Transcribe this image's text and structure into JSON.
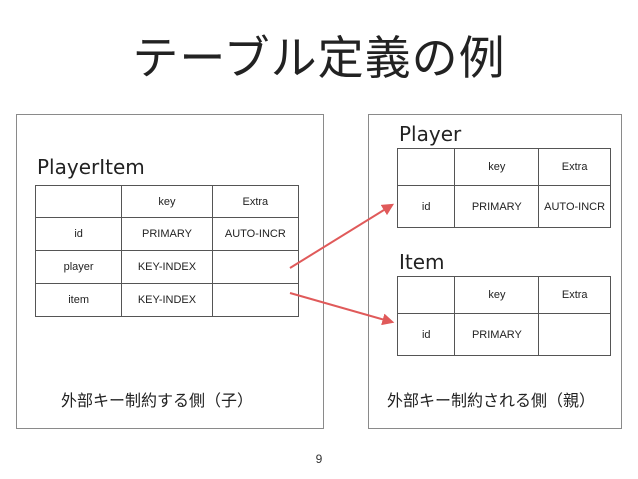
{
  "title": "テーブル定義の例",
  "page_number": "9",
  "left_panel": {
    "table_name": "PlayerItem",
    "caption": "外部キー制約する側（子）",
    "headers": [
      "",
      "key",
      "Extra"
    ],
    "rows": [
      [
        "id",
        "PRIMARY",
        "AUTO-INCR"
      ],
      [
        "player",
        "KEY-INDEX",
        ""
      ],
      [
        "item",
        "KEY-INDEX",
        ""
      ]
    ]
  },
  "right_panel": {
    "caption": "外部キー制約される側（親）",
    "tables": [
      {
        "table_name": "Player",
        "headers": [
          "",
          "key",
          "Extra"
        ],
        "rows": [
          [
            "id",
            "PRIMARY",
            "AUTO-INCR"
          ]
        ]
      },
      {
        "table_name": "Item",
        "headers": [
          "",
          "key",
          "Extra"
        ],
        "rows": [
          [
            "id",
            "PRIMARY",
            ""
          ]
        ]
      }
    ]
  },
  "colors": {
    "arrow": "#e05a5a",
    "border": "#555555",
    "panel_border": "#8a8a8a"
  }
}
